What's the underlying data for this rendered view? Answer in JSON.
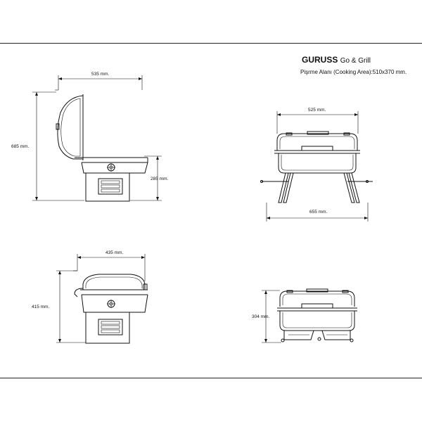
{
  "header": {
    "brand": "GURUSS",
    "product": "Go & Grill",
    "cooking_area": "Pişrme Alanı (Cooking Area):510x370 mm."
  },
  "dimensions": {
    "side_open_width": "535 mm.",
    "side_open_height": "685 mm.",
    "side_body_height": "285 mm.",
    "front_width_top": "525 mm.",
    "front_width_bottom": "655 mm.",
    "side_closed_width": "435 mm.",
    "side_closed_height": "415 mm.",
    "front_closed_height": "304 mm."
  },
  "colors": {
    "line": "#111111",
    "background": "#ffffff"
  }
}
